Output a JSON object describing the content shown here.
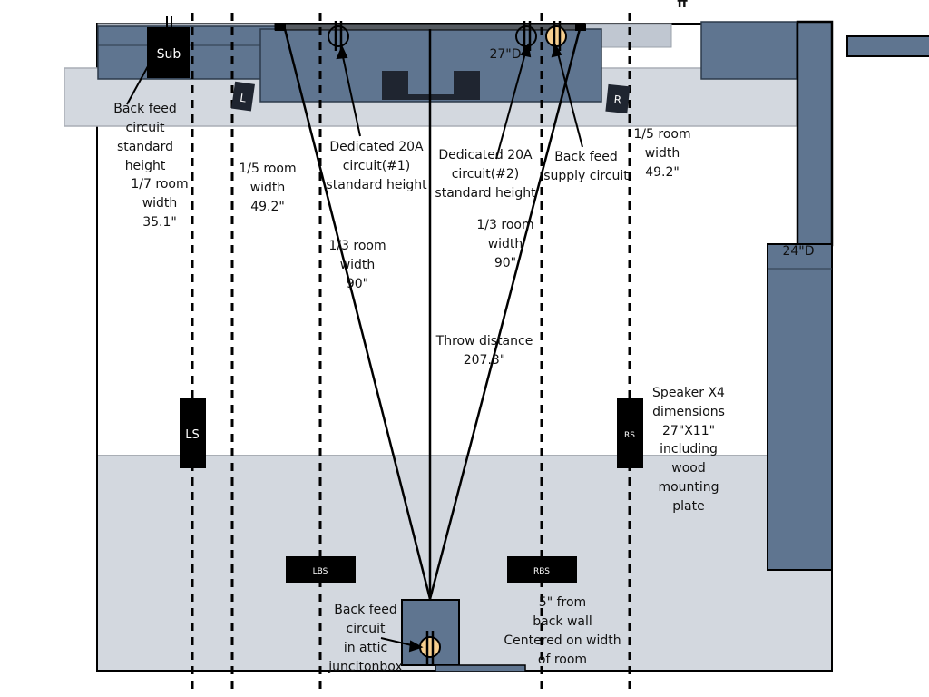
{
  "diagram": {
    "title": "Home theater room layout",
    "colors": {
      "furniture": "#5f7590",
      "light_zone": "#d3d8df",
      "speaker": "#000000",
      "outlet_fill": "#f7cf8f",
      "line": "#000000"
    },
    "speakers": {
      "sub": "Sub",
      "left": "L",
      "right": "R",
      "left_surround": "LS",
      "right_surround": "RS",
      "left_back_surround": "LBS",
      "right_back_surround": "RBS"
    },
    "dimension_labels": {
      "cabinet_depth": "27\"D",
      "side_cabinet_depth": "24\"D",
      "top_right_mark": "ff"
    },
    "annotations": {
      "back_feed_standard": [
        "Back feed",
        "circuit",
        "standard",
        "height"
      ],
      "one_seventh": [
        "1/7 room",
        "width",
        "35.1\""
      ],
      "one_fifth_left": [
        "1/5 room",
        "width",
        "49.2\""
      ],
      "dedicated_1": [
        "Dedicated 20A",
        "circuit(#1)",
        "standard height"
      ],
      "dedicated_2": [
        "Dedicated 20A",
        "circuit(#2)",
        "standard height"
      ],
      "back_feed_supply": [
        "Back feed",
        "supply circuit"
      ],
      "one_fifth_right": [
        "1/5 room",
        "width",
        "49.2\""
      ],
      "one_third_left": [
        "1/3 room",
        "width",
        "90\""
      ],
      "one_third_right": [
        "1/3 room",
        "width",
        "90\""
      ],
      "throw_distance": [
        "Throw distance",
        "207.3\""
      ],
      "speaker_dims": [
        "Speaker X4",
        "dimensions",
        "27\"X11\"",
        "including",
        "wood",
        "mounting",
        "plate"
      ],
      "back_feed_attic": [
        "Back feed",
        "circuit",
        "in attic",
        "juncitonbox"
      ],
      "back_wall": [
        "5\" from",
        "back wall",
        "Centered on width",
        "of room"
      ]
    }
  }
}
